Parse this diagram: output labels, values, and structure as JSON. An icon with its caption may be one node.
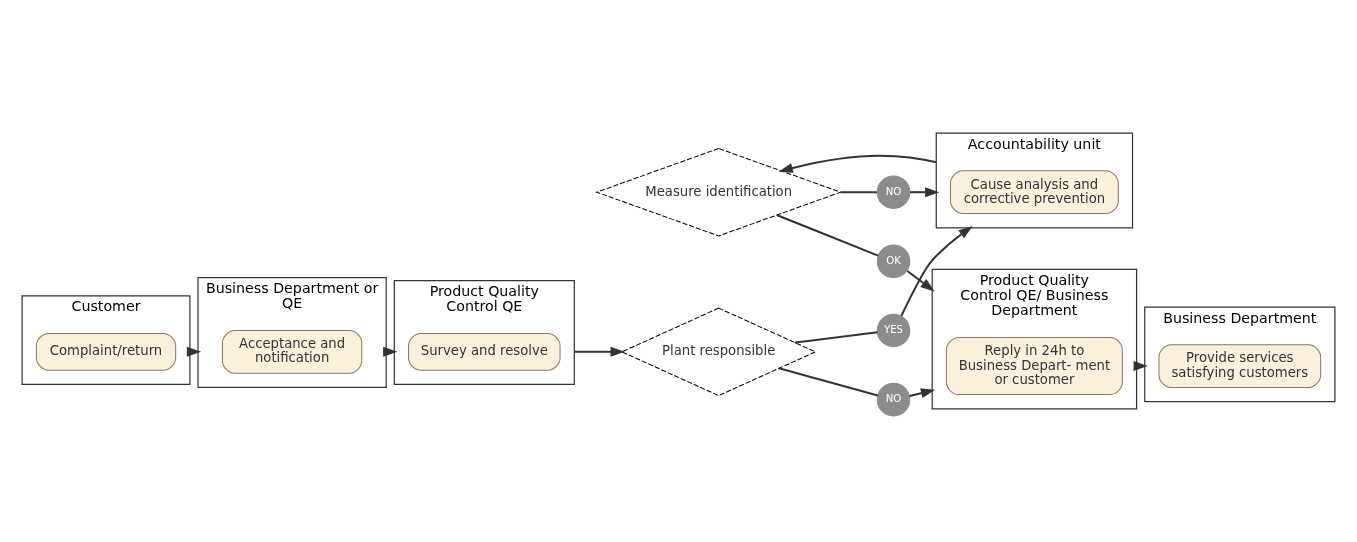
{
  "diagram": {
    "nodes": [
      {
        "text": [
          "Customer"
        ]
      },
      {
        "text": [
          "Complaint/return"
        ],
        "in": 0
      },
      {
        "text": [
          "Business Department or QE"
        ]
      },
      {
        "text": [
          "Acceptance and notification"
        ],
        "in": 2
      },
      {
        "text": [
          "Product Quality Control QE"
        ]
      },
      {
        "text": [
          "Survey and resolve"
        ],
        "in": 4
      },
      {
        "text": [
          "Plant responsible"
        ]
      },
      {
        "text": [
          "NO"
        ]
      },
      {
        "text": [
          "YES"
        ]
      },
      {
        "text": [
          "Accountability unit"
        ]
      },
      {
        "text": [
          "Cause analysis and corrective prevention"
        ],
        "in": 9
      },
      {
        "text": [
          "Measure identification"
        ]
      },
      {
        "text": [
          "OK"
        ]
      },
      {
        "text": [
          "NO"
        ]
      },
      {
        "text": [
          "Product Quality Control QE/ Business Department"
        ]
      },
      {
        "text": [
          "Reply in 24h to Business Depart- ment or customer"
        ],
        "in": 14
      },
      {
        "text": [
          "Business Department"
        ]
      },
      {
        "text": [
          "Provide services satisfying customers"
        ],
        "in": 16
      }
    ],
    "edges": [
      {
        "from": 0,
        "to": 2,
        "arrow": "to"
      },
      {
        "from": 2,
        "to": 4,
        "arrow": "to"
      },
      {
        "from": 4,
        "to": 6,
        "arrow": "to"
      },
      {
        "from": 6,
        "to": 7,
        "arrow": "none"
      },
      {
        "from": 7,
        "to": 14,
        "arrow": "to"
      },
      {
        "from": 6,
        "to": 8,
        "arrow": "none"
      },
      {
        "from": 8,
        "to": 9,
        "arrow": "to"
      },
      {
        "from": 9,
        "to": 11,
        "arrow": "to"
      },
      {
        "from": 11,
        "to": 12,
        "arrow": "none"
      },
      {
        "from": 12,
        "to": 14,
        "arrow": "to"
      },
      {
        "from": 11,
        "to": 13,
        "arrow": "none"
      },
      {
        "from": 13,
        "to": 9,
        "arrow": "to"
      },
      {
        "from": 14,
        "to": 16,
        "arrow": "to"
      }
    ]
  }
}
